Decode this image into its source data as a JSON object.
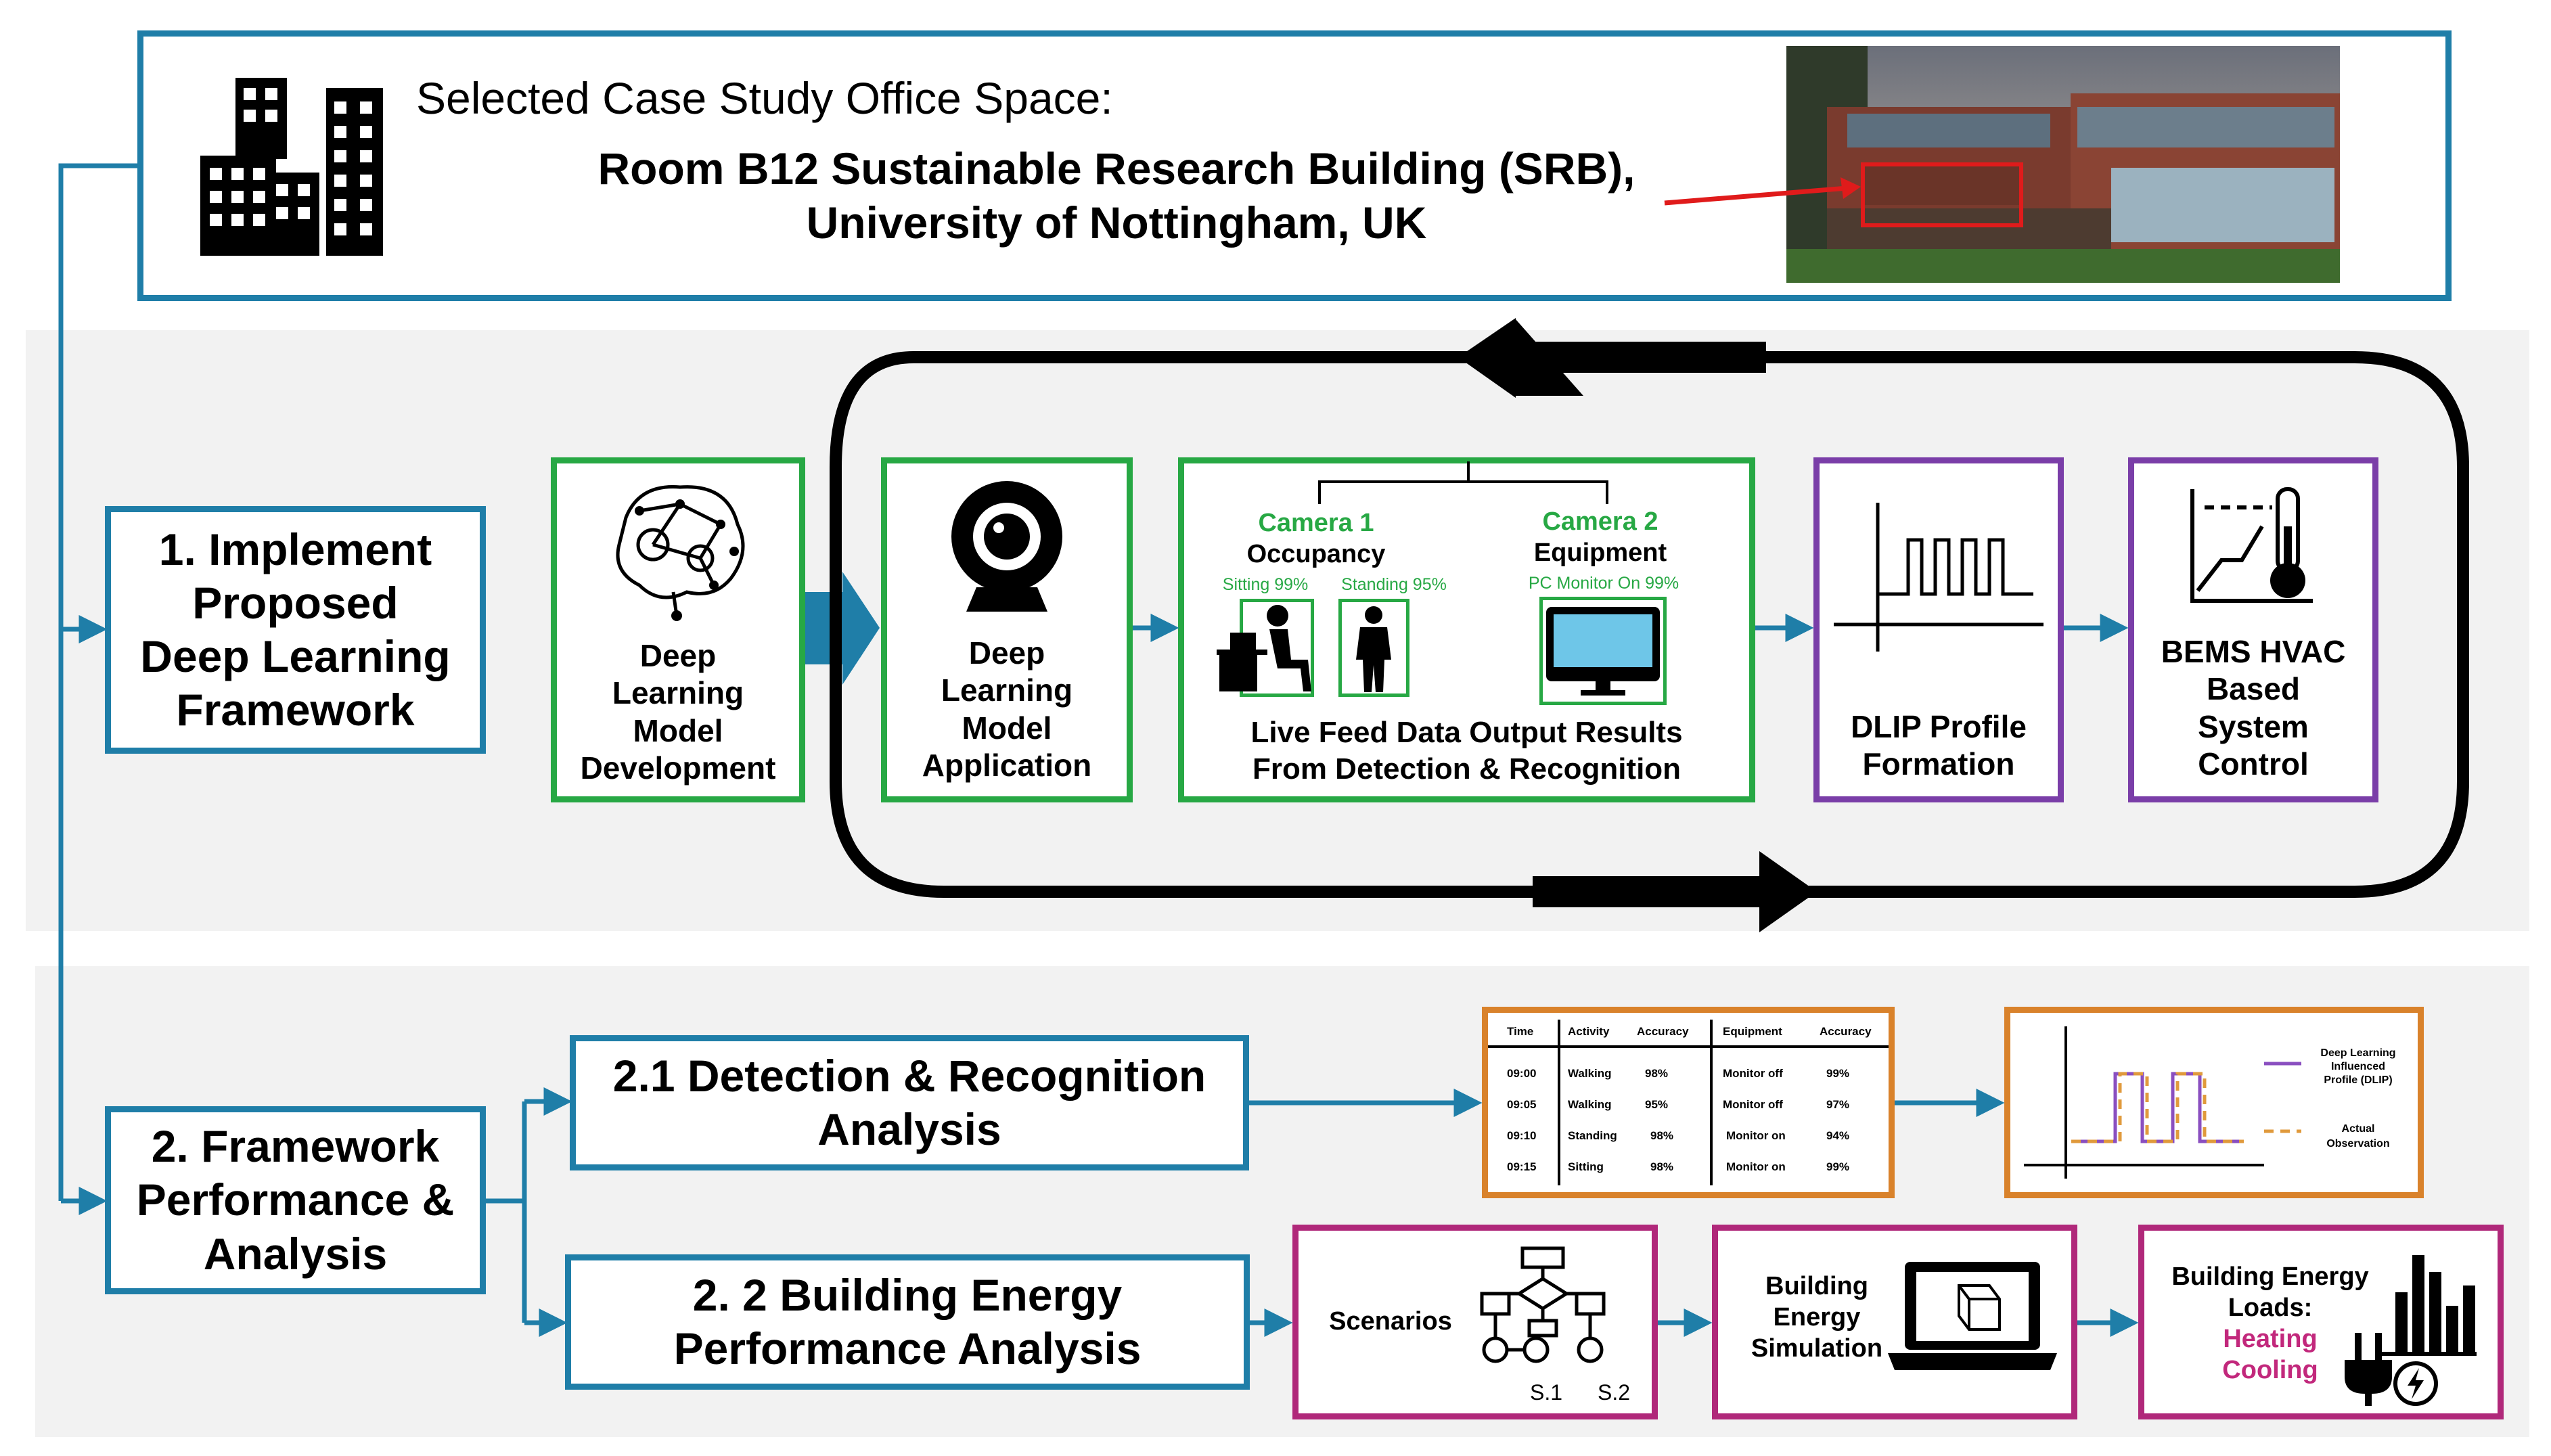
{
  "header": {
    "subtitle": "Selected Case Study Office Space:",
    "room_line1": "Room B12 Sustainable Research Building (SRB),",
    "room_line2": "University of Nottingham, UK"
  },
  "step1": {
    "title": [
      "1. Implement",
      "Proposed",
      "Deep Learning",
      "Framework"
    ],
    "dev_label": [
      "Deep",
      "Learning",
      "Model",
      "Development"
    ],
    "app_label": [
      "Deep",
      "Learning",
      "Model",
      "Application"
    ],
    "camera1": "Camera 1",
    "occupancy": "Occupancy",
    "sitting": "Sitting 99%",
    "standing": "Standing 95%",
    "camera2": "Camera 2",
    "equipment": "Equipment",
    "pc_monitor": "PC Monitor On 99%",
    "live_feed": [
      "Live Feed Data Output Results",
      "From Detection & Recognition"
    ],
    "dlip": [
      "DLIP Profile",
      "Formation"
    ],
    "bems": [
      "BEMS HVAC",
      "Based",
      "System",
      "Control"
    ]
  },
  "step2": {
    "title": [
      "2. Framework",
      "Performance &",
      "Analysis"
    ],
    "detection": [
      "2.1 Detection & Recognition",
      "Analysis"
    ],
    "energy": [
      "2. 2 Building Energy",
      "Performance Analysis"
    ],
    "table_headers": [
      "Time",
      "Activity",
      "Accuracy",
      "Equipment",
      "Accuracy"
    ],
    "table_rows": [
      [
        "09:00",
        "Walking",
        "98%",
        "Monitor off",
        "99%"
      ],
      [
        "09:05",
        "Walking",
        "95%",
        "Monitor off",
        "97%"
      ],
      [
        "09:10",
        "Standing",
        "98%",
        "Monitor on",
        "94%"
      ],
      [
        "09:15",
        "Sitting",
        "98%",
        "Monitor on",
        "99%"
      ]
    ],
    "legend_dlip": [
      "Deep Learning",
      "Influenced",
      "Profile (DLIP)"
    ],
    "legend_actual": [
      "Actual",
      "Observation"
    ],
    "scenarios": "Scenarios",
    "s1": "S.1",
    "s2": "S.2",
    "simulation": [
      "Building",
      "Energy",
      "Simulation"
    ],
    "loads_title": [
      "Building Energy",
      "Loads:"
    ],
    "heating": "Heating",
    "cooling": "Cooling"
  },
  "colors": {
    "blue": "#1f7ea8",
    "green": "#27a844",
    "purple": "#7a3ea8",
    "orange": "#d9822b",
    "magenta": "#b0287a",
    "red": "#e01b1b",
    "dlip_line": "#8a4fc0",
    "actual_line": "#e09a3c",
    "heating_text": "#c2287c"
  }
}
